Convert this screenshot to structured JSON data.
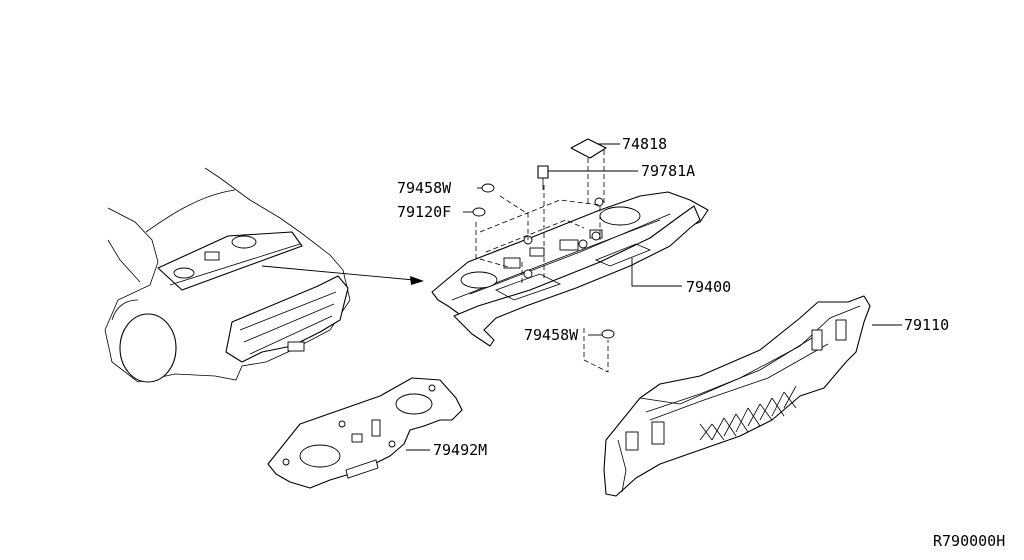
{
  "parts": {
    "p74818": "74818",
    "p79781A": "79781A",
    "p79458W_top": "79458W",
    "p79120F": "79120F",
    "p79400": "79400",
    "p79458W_bottom": "79458W",
    "p79110": "79110",
    "p79492M": "79492M"
  },
  "diagram_code": "R790000H"
}
